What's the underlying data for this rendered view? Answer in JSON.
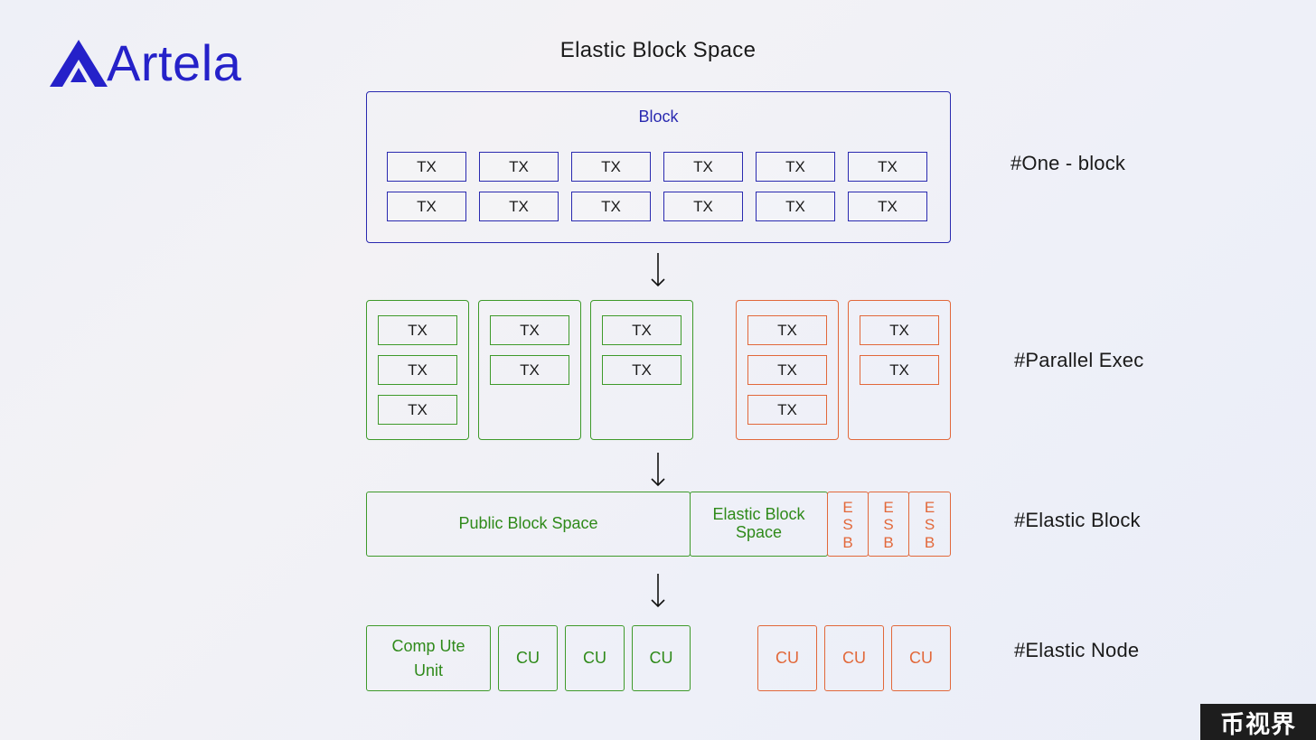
{
  "brand": {
    "name": "Artela",
    "color": "#2521c9"
  },
  "title": "Elastic Block Space",
  "colors": {
    "blue": "#2a2ab0",
    "green": "#3e9a2a",
    "orange": "#e2683a"
  },
  "block": {
    "label": "Block",
    "tx_rows": [
      [
        "TX",
        "TX",
        "TX",
        "TX",
        "TX",
        "TX"
      ],
      [
        "TX",
        "TX",
        "TX",
        "TX",
        "TX",
        "TX"
      ]
    ]
  },
  "parallel": {
    "green_columns": [
      [
        "TX",
        "TX",
        "TX"
      ],
      [
        "TX",
        "TX"
      ],
      [
        "TX",
        "TX"
      ]
    ],
    "orange_columns": [
      [
        "TX",
        "TX",
        "TX"
      ],
      [
        "TX",
        "TX"
      ]
    ]
  },
  "elastic_block": {
    "public": "Public Block Space",
    "elastic_line1": "Elastic Block",
    "elastic_line2": "Space",
    "esb": [
      "E",
      "S",
      "B"
    ]
  },
  "elastic_node": {
    "compute_line1": "Comp Ute",
    "compute_line2": "Unit",
    "cu": "CU"
  },
  "tags": {
    "one_block": "#One - block",
    "parallel_exec": "#Parallel Exec",
    "elastic_block": "#Elastic Block",
    "elastic_node": "#Elastic Node"
  },
  "watermark": "币视界"
}
